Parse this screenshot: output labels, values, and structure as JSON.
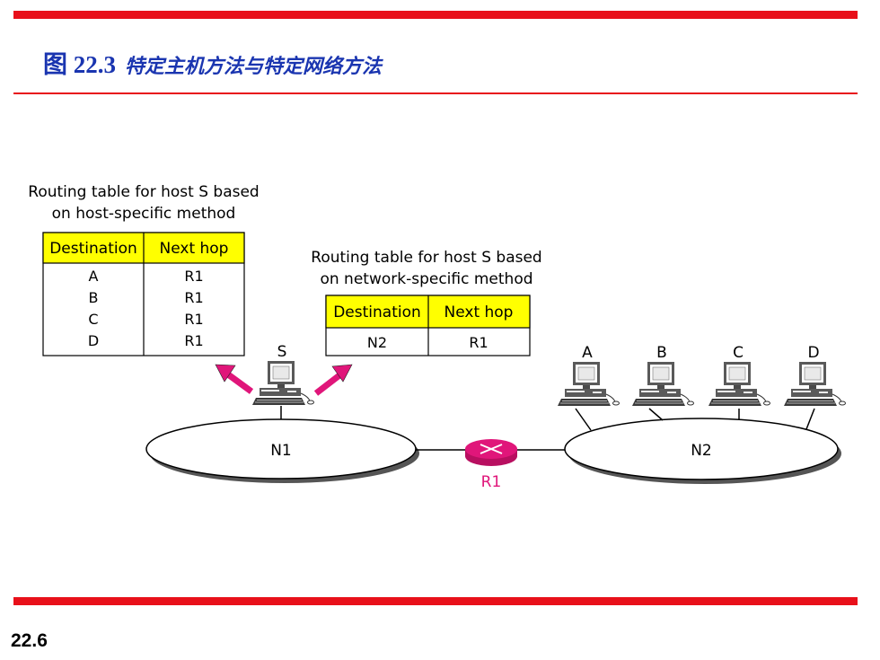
{
  "slide": {
    "figure_label": "图 22.3",
    "title": "特定主机方法与特定网络方法",
    "page_number": "22.6"
  },
  "host_table": {
    "caption_line1": "Routing table for host S based",
    "caption_line2": "on host-specific method",
    "headers": [
      "Destination",
      "Next hop"
    ],
    "rows": [
      [
        "A",
        "R1"
      ],
      [
        "B",
        "R1"
      ],
      [
        "C",
        "R1"
      ],
      [
        "D",
        "R1"
      ]
    ]
  },
  "network_table": {
    "caption_line1": "Routing table for host S based",
    "caption_line2": "on network-specific method",
    "headers": [
      "Destination",
      "Next hop"
    ],
    "rows": [
      [
        "N2",
        "R1"
      ]
    ]
  },
  "network": {
    "source_host": "S",
    "n1_label": "N1",
    "n2_label": "N2",
    "router_label": "R1",
    "hosts": [
      "A",
      "B",
      "C",
      "D"
    ]
  },
  "colors": {
    "accent_red": "#e8101a",
    "title_blue": "#1a35b0",
    "table_header_yellow": "#ffff00",
    "router_magenta": "#e0167a"
  }
}
